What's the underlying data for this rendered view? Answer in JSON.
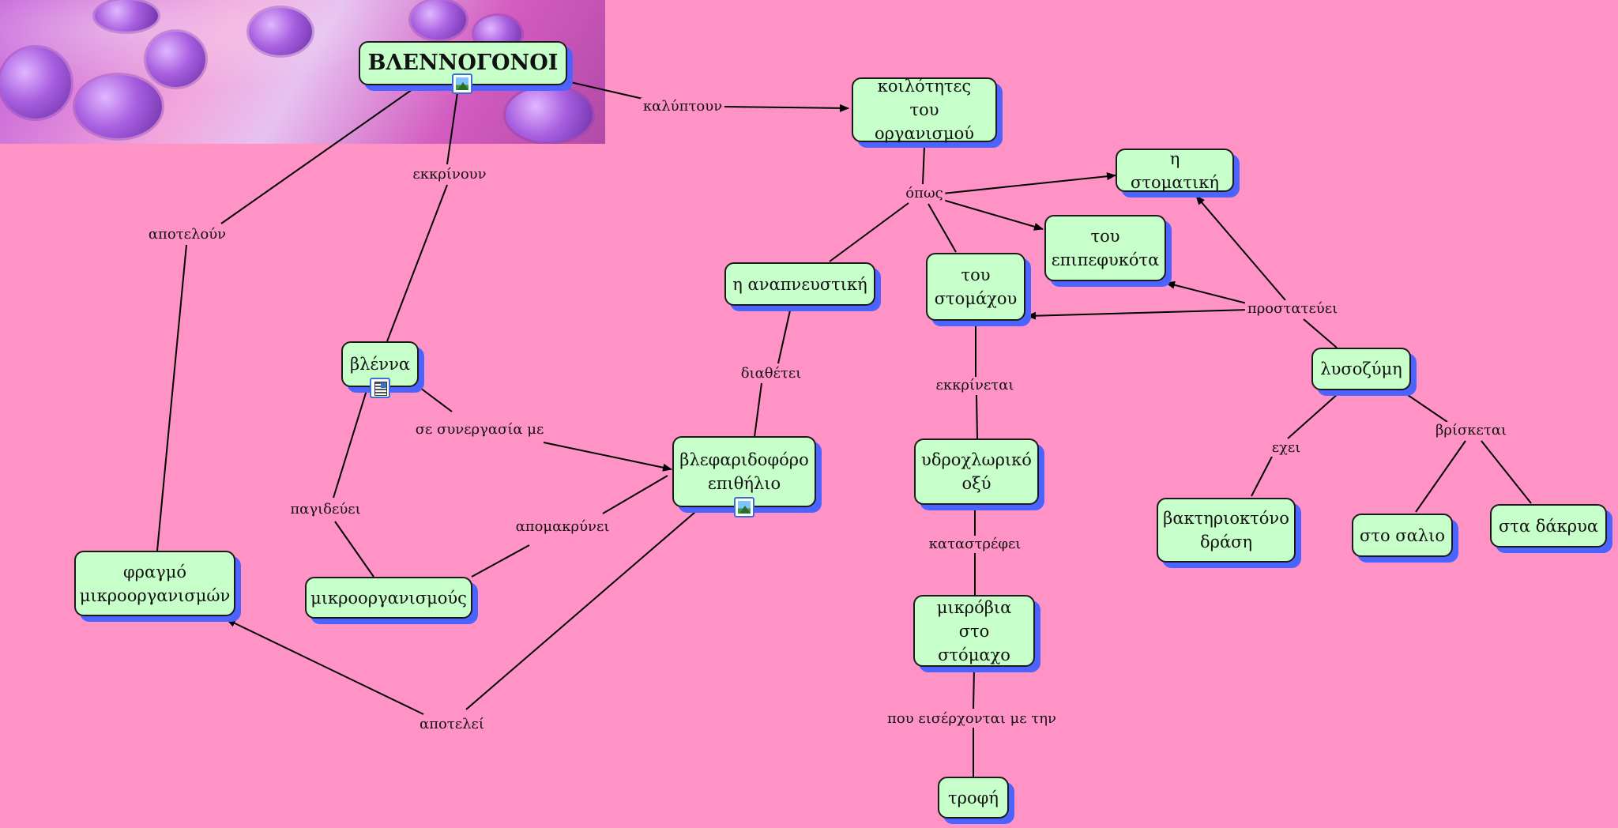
{
  "nodes": {
    "n_main": "ΒΛΕΝΝΟΓΟΝΟΙ",
    "n_koil": "κοιλότητες\nτου οργανισμού",
    "n_stom": "η στοματική",
    "n_epip": "του\nεπιπεφυκότα",
    "n_anap": "η αναπνευστική",
    "n_stomach": "του\nστομάχου",
    "n_lyso": "λυσοζύμη",
    "n_blenna": "βλέννα",
    "n_blef": "βλεφαριδοφόρο\nεπιθήλιο",
    "n_ydro": "υδροχλωρικό\nοξύ",
    "n_bakt": "βακτηριοκτόνο\nδράση",
    "n_salio": "στο σαλιο",
    "n_dakr": "στα δάκρυα",
    "n_fragmo": "φραγμό\nμικροοργανισμών",
    "n_mikro": "μικροοργανισμούς",
    "n_mikrobia": "μικρόβια\nστο στόμαχο",
    "n_trofi": "τροφή"
  },
  "labels": {
    "l_kalyp": "καλύπτουν",
    "l_ekkr": "εκκρίνουν",
    "l_apotel": "αποτελούν",
    "l_opos": "όπως",
    "l_prost": "προστατεύει",
    "l_diath": "διαθέτει",
    "l_ekkrin": "εκκρίνεται",
    "l_synerg": "σε συνεργασία με",
    "l_exei": "εχει",
    "l_brisk": "βρίσκεται",
    "l_pagid": "παγιδεύει",
    "l_apomak": "απομακρύνει",
    "l_katastr": "καταστρέφει",
    "l_apotelei": "αποτελεί",
    "l_eiserx": "που εισέρχονται με την"
  }
}
